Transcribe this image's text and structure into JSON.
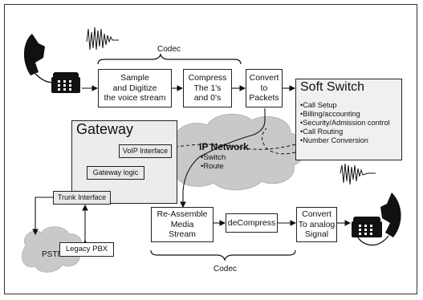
{
  "codec_top_label": "Codec",
  "codec_bottom_label": "Codec",
  "boxes": {
    "sample": "Sample\nand Digitize\nthe voice stream",
    "compress": "Compress\nThe 1's\nand 0's",
    "convert_packets": "Convert\nto\nPackets",
    "reassemble": "Re-Assemble\nMedia\nStream",
    "decompress": "deCompress",
    "convert_analog": "Convert\nTo analog\nSignal",
    "voip_interface": "VoIP Interface",
    "gateway_logic": "Gateway logic",
    "trunk_interface": "Trunk Interface",
    "legacy_pbx": "Legacy PBX"
  },
  "gateway": {
    "title": "Gateway"
  },
  "soft_switch": {
    "title": "Soft Switch",
    "items": [
      "Call Setup",
      "Billing/accounting",
      "Security/Admission control",
      "Call Routing",
      "Number Conversion"
    ]
  },
  "ip_network": {
    "title": "IP Network",
    "items": [
      "Switch",
      "Route"
    ]
  },
  "pstn_label": "PSTN"
}
